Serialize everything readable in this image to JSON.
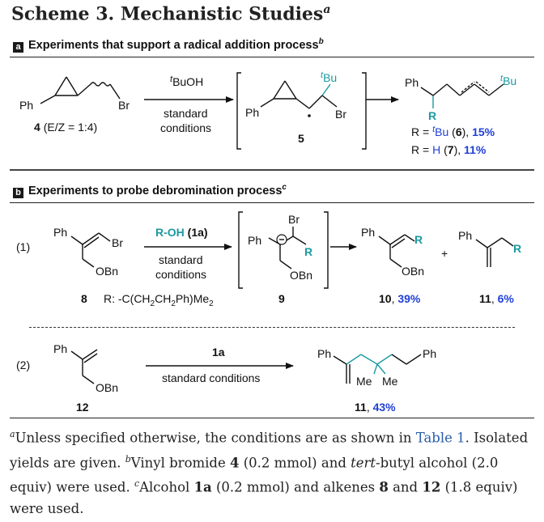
{
  "title": {
    "text": "Scheme 3. Mechanistic Studies",
    "mark": "a"
  },
  "panel_a": {
    "badge": "a",
    "heading": "Experiments that support a radical addition process",
    "heading_mark": "b",
    "reagent": "BuOH",
    "reagent_prefix": "t",
    "conditions_line1": "standard",
    "conditions_line2": "conditions",
    "substrate_ph": "Ph",
    "substrate_br": "Br",
    "substrate_label": "4",
    "substrate_ratio": "(E/Z = 1:4)",
    "intermediate_ph": "Ph",
    "intermediate_br": "Br",
    "intermediate_tbu_prefix": "t",
    "intermediate_tbu": "Bu",
    "intermediate_label": "5",
    "product_ph": "Ph",
    "product_r": "R",
    "product_tbu_prefix": "t",
    "product_tbu": "Bu",
    "result1": {
      "r_prefix": "R = ",
      "r_t": "t",
      "r_value": "Bu",
      "compound": "6",
      "yield": "15%"
    },
    "result2": {
      "r_prefix": "R = ",
      "r_value": "H",
      "compound": "7",
      "yield": "11%"
    }
  },
  "panel_b": {
    "badge": "b",
    "heading": "Experiments to probe debromination process",
    "heading_mark": "c",
    "exp1": {
      "number": "(1)",
      "reagent_text": "R-OH",
      "reagent_label": "(1a)",
      "conditions_line1": "standard",
      "conditions_line2": "conditions",
      "substrate_ph": "Ph",
      "substrate_br": "Br",
      "substrate_obn": "OBn",
      "substrate_label": "8",
      "r_def_prefix": "R: -C(CH",
      "r_def_mid1": "CH",
      "r_def_mid2": "Ph)Me",
      "intermediate_ph": "Ph",
      "intermediate_br": "Br",
      "intermediate_r": "R",
      "intermediate_obn": "OBn",
      "intermediate_label": "9",
      "product10_ph": "Ph",
      "product10_r": "R",
      "product10_obn": "OBn",
      "product10_label": "10",
      "product10_yield": "39%",
      "plus": "+",
      "product11_ph": "Ph",
      "product11_r": "R",
      "product11_label": "11",
      "product11_yield": "6%"
    },
    "exp2": {
      "number": "(2)",
      "reagent_label": "1a",
      "conditions": "standard conditions",
      "substrate_ph": "Ph",
      "substrate_obn": "OBn",
      "substrate_label": "12",
      "product_ph_left": "Ph",
      "product_ph_right": "Ph",
      "product_me1": "Me",
      "product_me2": "Me",
      "product_label": "11",
      "product_yield": "43%"
    }
  },
  "footnote": {
    "a_mark": "a",
    "a_text": "Unless specified otherwise, the conditions are as shown in ",
    "a_link": "Table 1",
    "a_end": ".",
    "isolated": " Isolated yields are given. ",
    "b_mark": "b",
    "b_text1": "Vinyl bromide ",
    "b_bold1": "4",
    "b_text2": " (0.2 mmol) and ",
    "b_italic": "tert",
    "b_text3": "-butyl alcohol (2.0 equiv) were used. ",
    "c_mark": "c",
    "c_text1": "Alcohol ",
    "c_bold1": "1a",
    "c_text2": " (0.2 mmol) and alkenes ",
    "c_bold2": "8",
    "c_text3": " and ",
    "c_bold3": "12",
    "c_text4": " (1.8 equiv) were used."
  },
  "colors": {
    "accent_blue": "#1f3fd6",
    "accent_teal": "#1b9aa0",
    "link": "#2a5caa"
  }
}
